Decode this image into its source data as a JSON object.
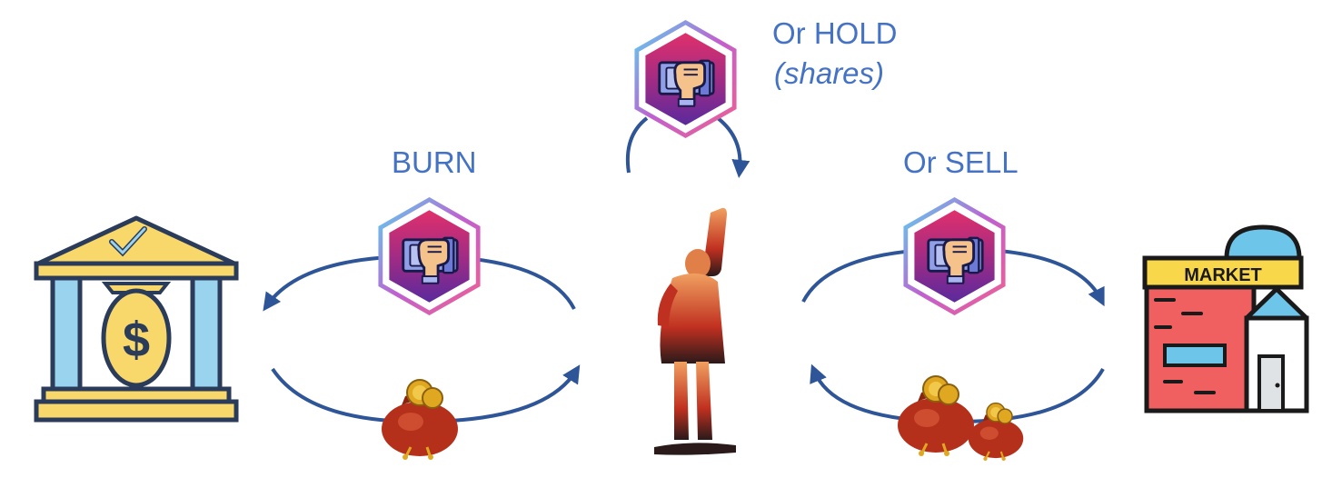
{
  "labels": {
    "hold_line1": "Or HOLD",
    "hold_line2": "(shares)",
    "burn": "BURN",
    "sell": "Or SELL",
    "market_sign": "MARKET",
    "dollar_sign": "$"
  },
  "colors": {
    "label_text": "#4472c4",
    "arrow": "#2e5597",
    "hex_gradient_top": "#e0306b",
    "hex_gradient_bottom": "#5a2a9c",
    "bank_yellow": "#f8d86a",
    "bank_blue": "#9ad3ee",
    "market_red": "#f06060",
    "market_blue": "#6dc5ea",
    "bag_red": "#b4301a",
    "coin_gold": "#e0a820"
  },
  "icons": [
    "bank-icon",
    "nft-token-icon",
    "money-bag-icon",
    "person-raised-fist-icon",
    "market-icon"
  ]
}
